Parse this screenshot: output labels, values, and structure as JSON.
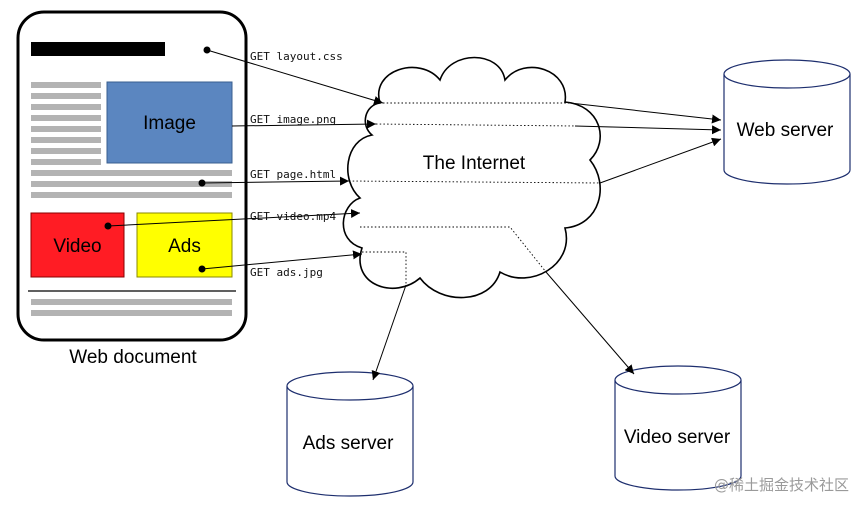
{
  "document": {
    "label": "Web document",
    "image_label": "Image",
    "video_label": "Video",
    "ads_label": "Ads",
    "colors": {
      "image": "#5b86c0",
      "video": "#ff1c24",
      "ads": "#ffff00",
      "title_bar": "#000000",
      "text_lines": "#b3b3b3"
    }
  },
  "cloud": {
    "label": "The Internet"
  },
  "servers": {
    "web": "Web server",
    "ads": "Ads server",
    "video": "Video server"
  },
  "requests": {
    "layout": "GET layout.css",
    "image": "GET image.png",
    "page": "GET page.html",
    "video": "GET video.mp4",
    "ads": "GET ads.jpg"
  },
  "watermark": "@稀土掘金技术社区"
}
